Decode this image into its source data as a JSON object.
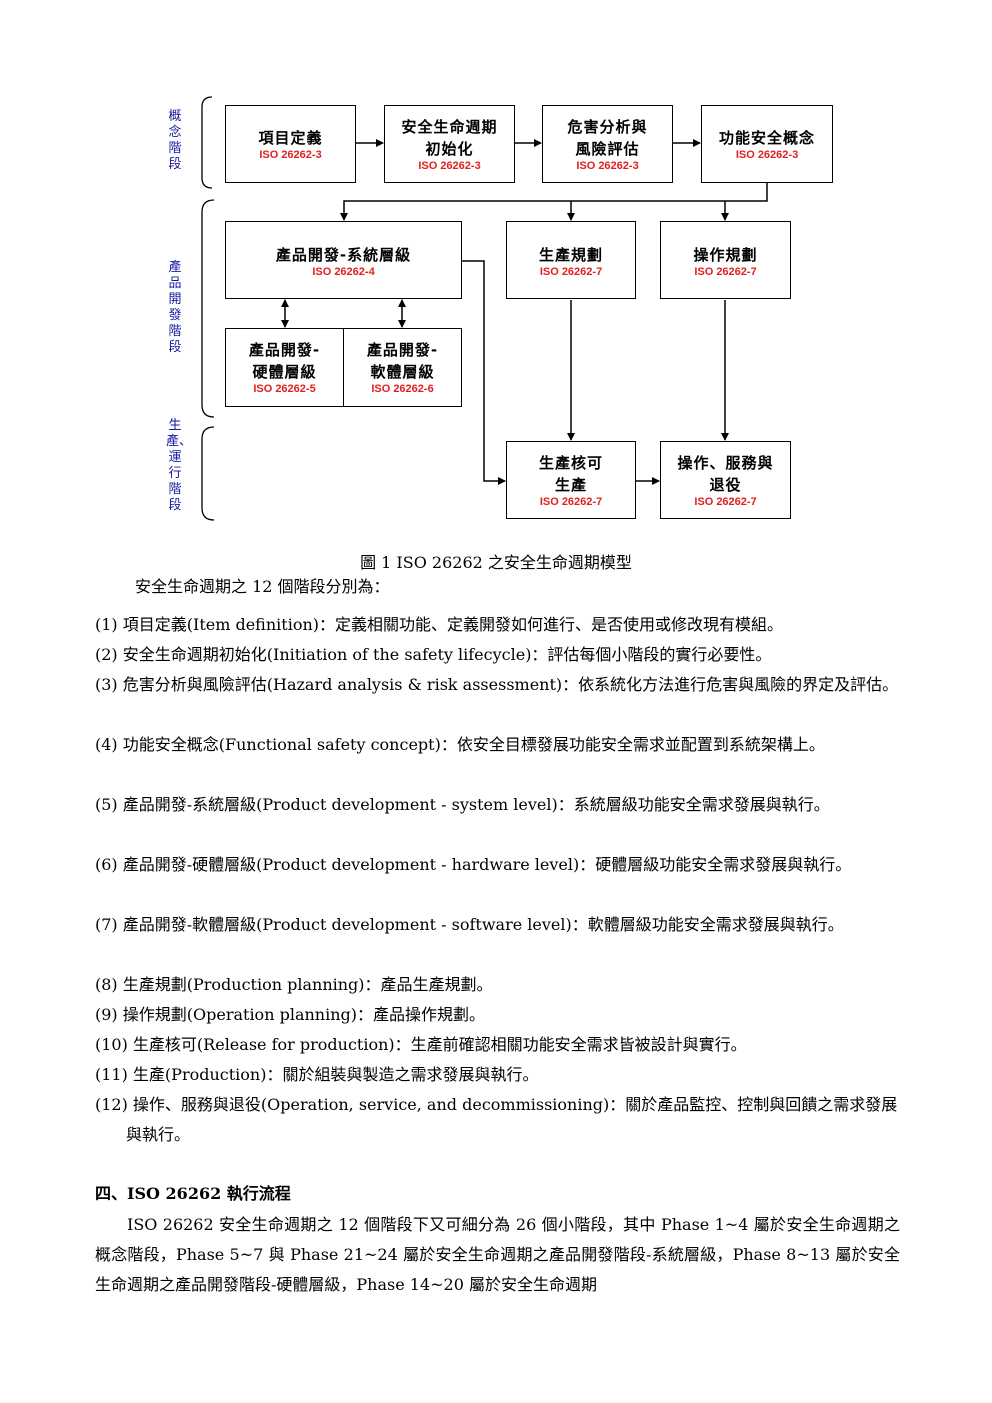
{
  "diagram": {
    "phase_labels": {
      "concept": "概念階段",
      "development": "產品開發階段",
      "production": "生產、運行階段"
    },
    "boxes": {
      "item_definition": {
        "title": "項目定義",
        "standard": "ISO 26262-3"
      },
      "safety_lifecycle_init": {
        "title_line1": "安全生命週期",
        "title_line2": "初始化",
        "standard": "ISO 26262-3"
      },
      "hazard_analysis": {
        "title_line1": "危害分析與",
        "title_line2": "風險評估",
        "standard": "ISO 26262-3"
      },
      "functional_safety_concept": {
        "title": "功能安全概念",
        "standard": "ISO 26262-3"
      },
      "system_level": {
        "title": "產品開發-系統層級",
        "standard": "ISO 26262-4"
      },
      "hardware_level": {
        "title_line1": "產品開發-",
        "title_line2": "硬體層級",
        "standard": "ISO 26262-5"
      },
      "software_level": {
        "title_line1": "產品開發-",
        "title_line2": "軟體層級",
        "standard": "ISO 26262-6"
      },
      "production_planning": {
        "title": "生產規劃",
        "standard": "ISO 26262-7"
      },
      "operation_planning": {
        "title": "操作規劃",
        "standard": "ISO 26262-7"
      },
      "release_production": {
        "title_line1": "生產核可",
        "title_line2": "生產",
        "standard": "ISO 26262-7"
      },
      "operation_service": {
        "title_line1": "操作、服務與",
        "title_line2": "退役",
        "standard": "ISO 26262-7"
      }
    }
  },
  "caption": "圖 1 ISO 26262 之安全生命週期模型",
  "intro": "安全生命週期之 12 個階段分別為：",
  "items": [
    "(1) 項目定義(Item definition)：定義相關功能、定義開發如何進行、是否使用或修改現有模組。",
    "(2) 安全生命週期初始化(Initiation of the safety lifecycle)：評估每個小階段的實行必要性。",
    "(3) 危害分析與風險評估(Hazard analysis & risk assessment)：依系統化方法進行危害與風險的界定及評估。",
    "(4) 功能安全概念(Functional safety concept)：依安全目標發展功能安全需求並配置到系統架構上。",
    "(5) 產品開發-系統層級(Product development - system level)：系統層級功能安全需求發展與執行。",
    "(6) 產品開發-硬體層級(Product development - hardware level)：硬體層級功能安全需求發展與執行。",
    "(7) 產品開發-軟體層級(Product development - software level)：軟體層級功能安全需求發展與執行。",
    "(8) 生產規劃(Production planning)：產品生產規劃。",
    "(9) 操作規劃(Operation planning)：產品操作規劃。",
    "(10) 生產核可(Release for production)：生產前確認相關功能安全需求皆被設計與實行。",
    "(11) 生產(Production)：關於組裝與製造之需求發展與執行。",
    "(12) 操作、服務與退役(Operation, service, and decommissioning)：關於產品監控、控制與回饋之需求發展與執行。"
  ],
  "section_heading": "四、ISO 26262 執行流程",
  "section_body": "ISO 26262 安全生命週期之 12 個階段下又可細分為 26 個小階段，其中 Phase 1~4 屬於安全生命週期之概念階段，Phase 5~7 與 Phase 21~24 屬於安全生命週期之產品開發階段-系統層級，Phase 8~13 屬於安全生命週期之產品開發階段-硬體層級，Phase 14~20 屬於安全生命週期"
}
